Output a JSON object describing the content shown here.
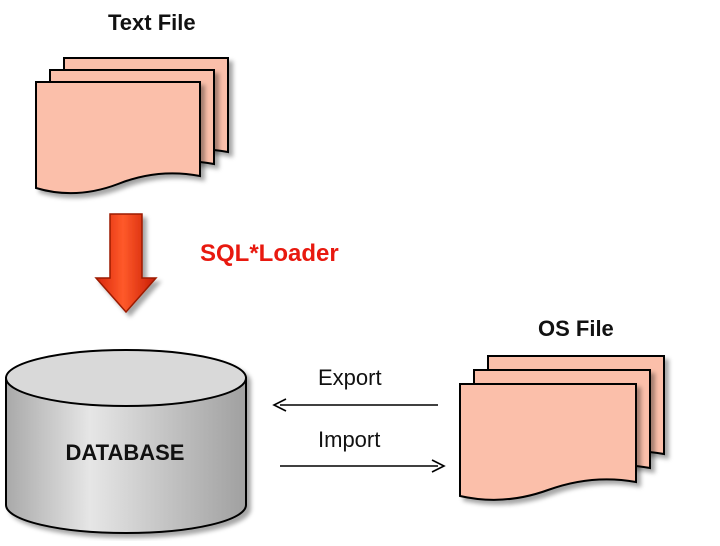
{
  "diagram": {
    "text_file": {
      "title": "Text File"
    },
    "loader": {
      "label": "SQL*Loader",
      "color": "#e8190f"
    },
    "database": {
      "label": "DATABASE"
    },
    "os_file": {
      "title": "OS File"
    },
    "export": {
      "label": "Export"
    },
    "import": {
      "label": "Import"
    }
  },
  "colors": {
    "page_fill": "#fbbfaa",
    "outline": "#000000",
    "arrow_red": "#f03a17",
    "arrow_red_dark": "#c41a05",
    "cylinder_body": "#c8c8c8",
    "cylinder_top": "#dcdcdc"
  }
}
